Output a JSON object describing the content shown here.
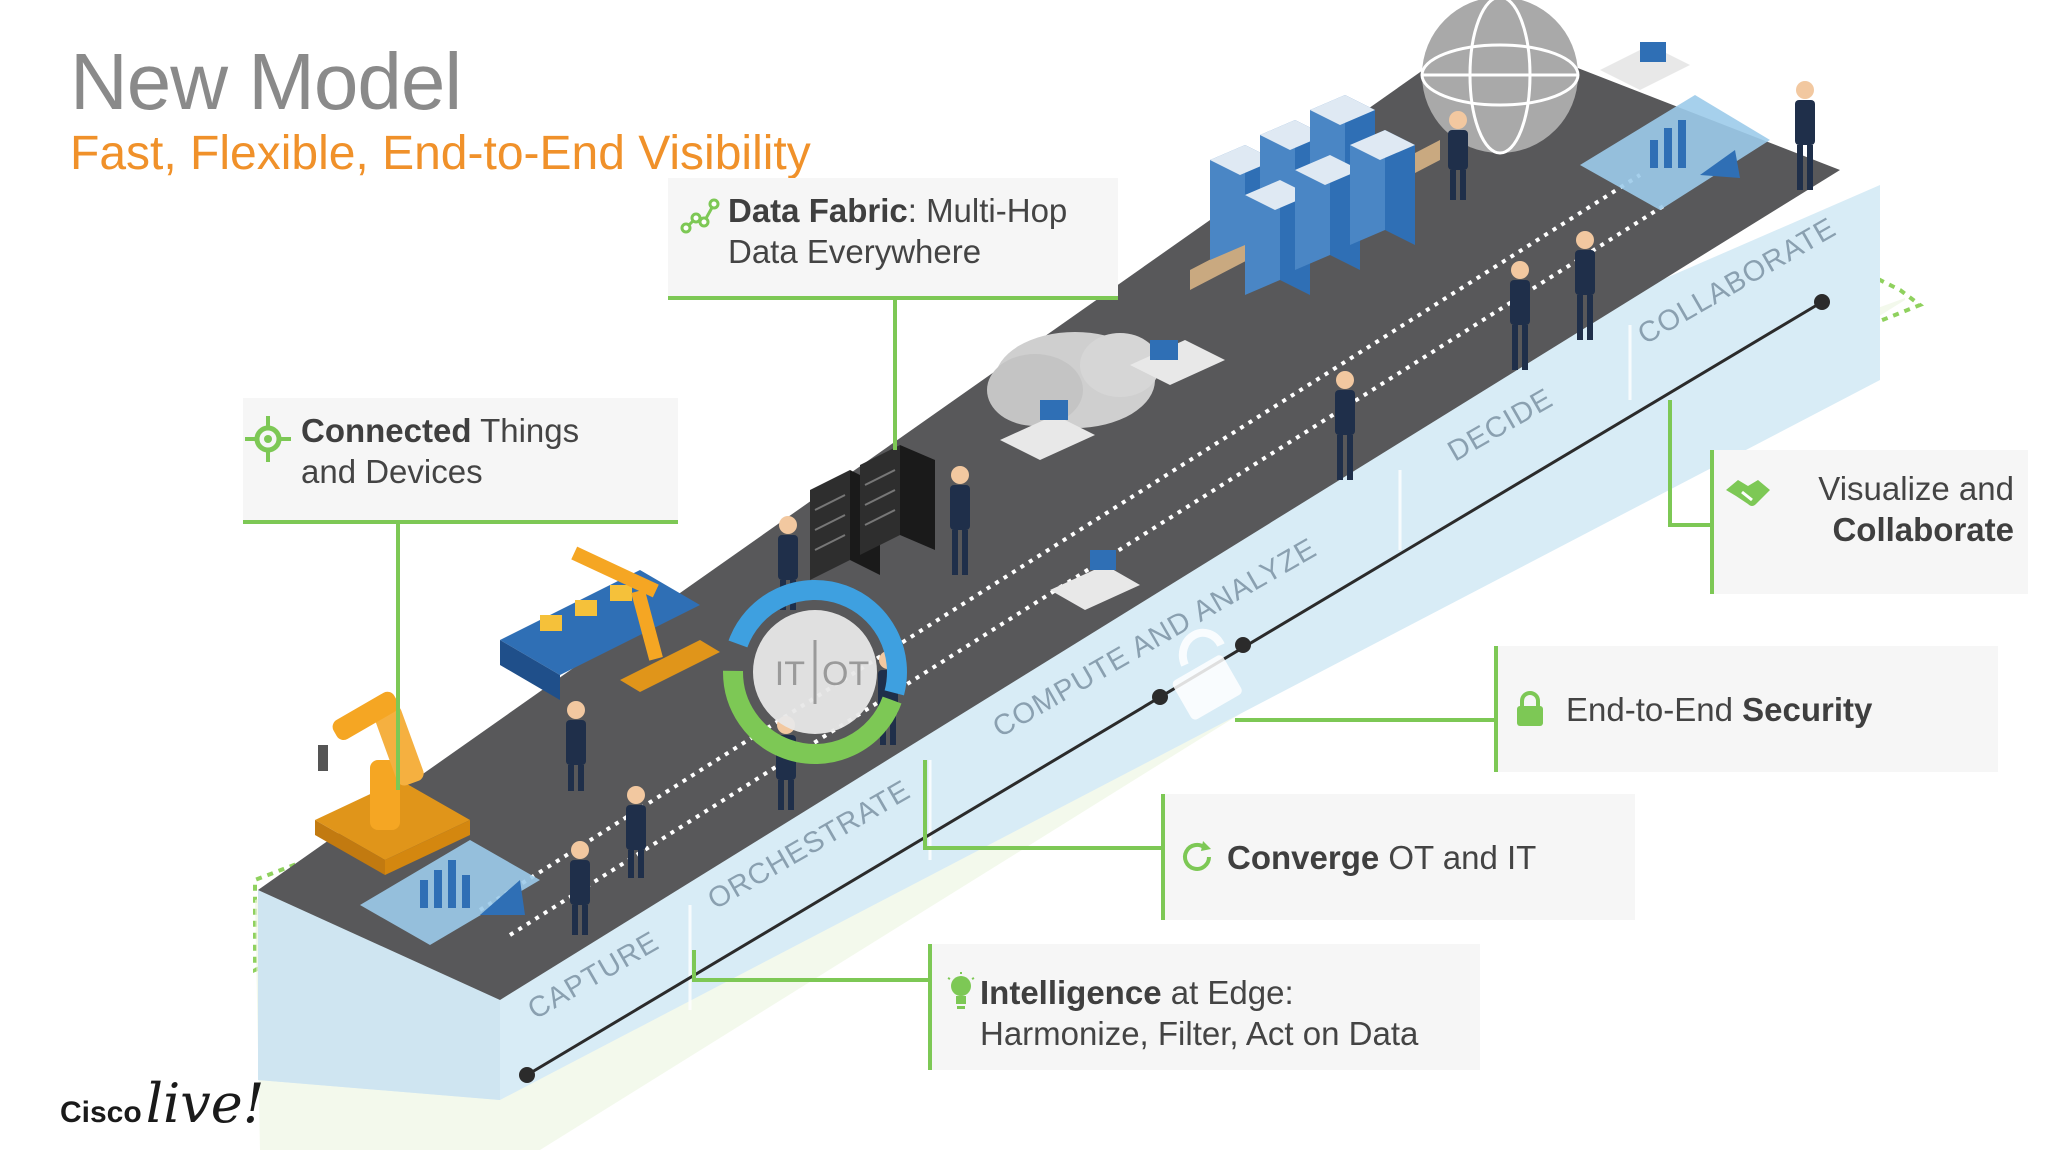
{
  "slide": {
    "title": "New Model",
    "subtitle": "Fast, Flexible, End-to-End Visibility"
  },
  "colors": {
    "title": "#8a8a8a",
    "subtitle": "#f0912a",
    "accent_green": "#7dc855",
    "platform_top": "#58585a",
    "platform_side": "#d8ecf6",
    "server_blue": "#4a86c5",
    "robot_orange": "#f5a623"
  },
  "stages": [
    "CAPTURE",
    "ORCHESTRATE",
    "COMPUTE AND ANALYZE",
    "DECIDE",
    "COLLABORATE"
  ],
  "converge_badge": {
    "left": "IT",
    "right": "OT"
  },
  "callouts": {
    "connected": {
      "icon": "gear-network-icon",
      "bold": "Connected",
      "rest": " Things",
      "line2": "and Devices"
    },
    "data_fabric": {
      "icon": "data-nodes-icon",
      "bold": "Data Fabric",
      "rest": ": Multi-Hop",
      "line2": "Data Everywhere"
    },
    "visualize": {
      "icon": "handshake-icon",
      "line1": "Visualize and",
      "bold": "Collaborate"
    },
    "security": {
      "icon": "lock-icon",
      "pre": "End-to-End ",
      "bold": "Security"
    },
    "converge": {
      "icon": "refresh-icon",
      "bold": "Converge",
      "rest": " OT and IT"
    },
    "intelligence": {
      "icon": "lightbulb-icon",
      "bold": "Intelligence",
      "rest": " at Edge:",
      "line2": "Harmonize, Filter, Act on Data"
    }
  },
  "logo": {
    "cisco": "Cisco",
    "live": "live!"
  }
}
